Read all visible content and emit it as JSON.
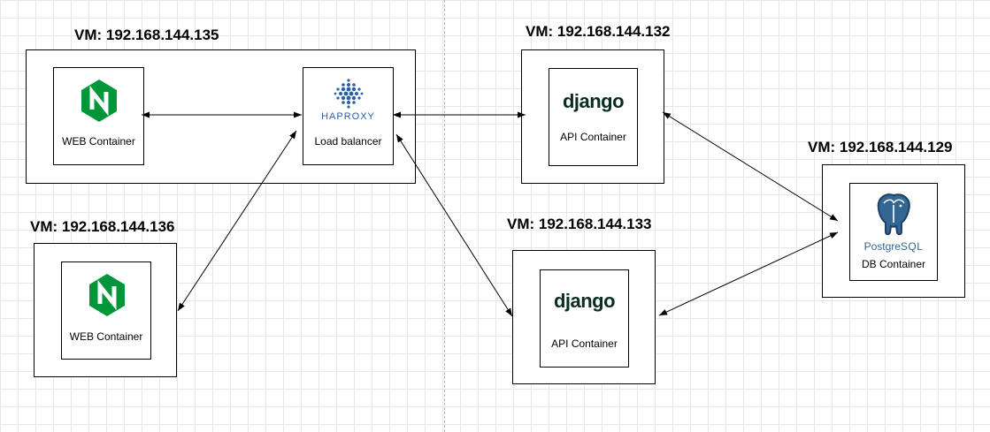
{
  "vms": [
    {
      "id": "vm135",
      "label": "VM: 192.168.144.135"
    },
    {
      "id": "vm136",
      "label": "VM: 192.168.144.136"
    },
    {
      "id": "vm132",
      "label": "VM: 192.168.144.132"
    },
    {
      "id": "vm133",
      "label": "VM: 192.168.144.133"
    },
    {
      "id": "vm129",
      "label": "VM: 192.168.144.129"
    }
  ],
  "containers": {
    "web1": {
      "label": "WEB Container",
      "icon": "nginx-icon"
    },
    "lb": {
      "label": "Load balancer",
      "icon": "haproxy-icon",
      "logo_text": "HAPROXY"
    },
    "web2": {
      "label": "WEB Container",
      "icon": "nginx-icon"
    },
    "api1": {
      "label": "API Container",
      "logo_text": "django"
    },
    "api2": {
      "label": "API Container",
      "logo_text": "django"
    },
    "db": {
      "label": "DB Container",
      "icon": "postgresql-icon",
      "logo_text_a": "Postgre",
      "logo_text_b": "SQL"
    }
  },
  "connections": [
    {
      "from": "web1",
      "to": "lb",
      "arrows": "both"
    },
    {
      "from": "lb",
      "to": "web2",
      "arrows": "both"
    },
    {
      "from": "lb",
      "to": "api1",
      "arrows": "both"
    },
    {
      "from": "lb",
      "to": "api2",
      "arrows": "both"
    },
    {
      "from": "api1",
      "to": "db",
      "arrows": "both"
    },
    {
      "from": "api2",
      "to": "db",
      "arrows": "both"
    }
  ],
  "colors": {
    "nginx": "#009639",
    "django": "#092e20",
    "haproxy": "#2a5fa6",
    "postgres": "#336791"
  }
}
